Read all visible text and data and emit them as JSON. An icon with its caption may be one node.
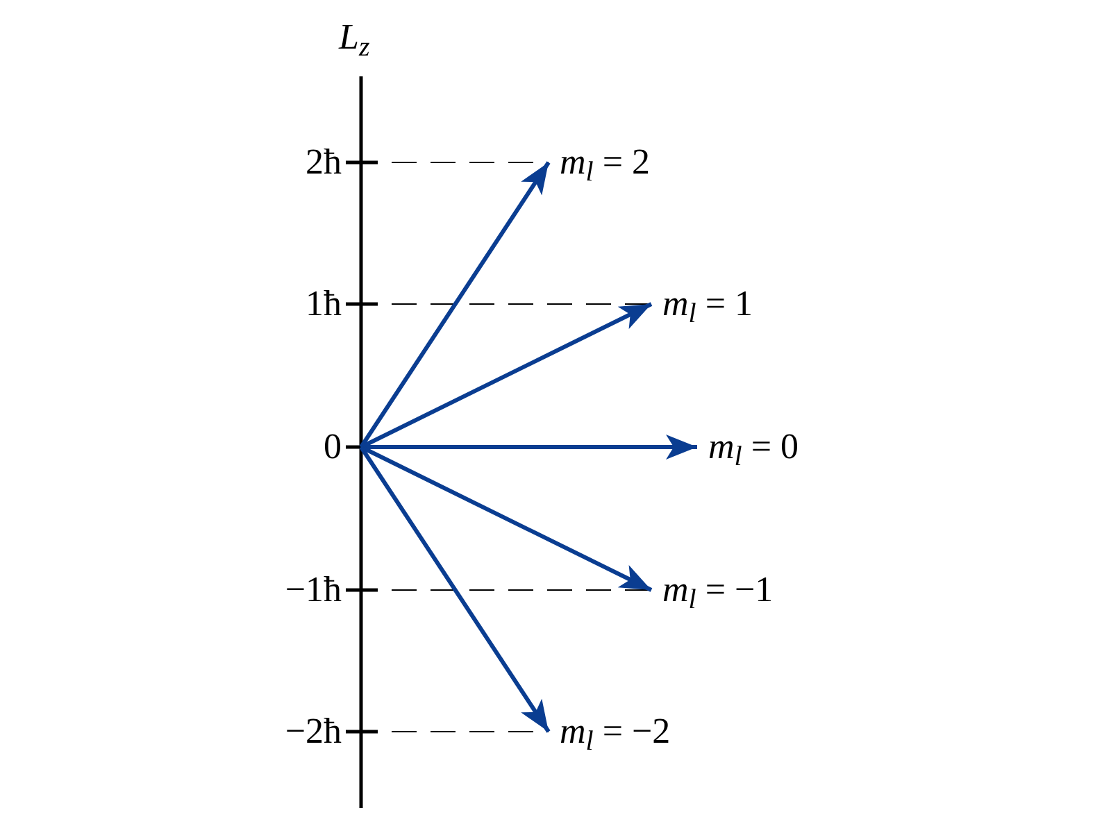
{
  "diagram": {
    "nodes": [
      {
        "text": [
          "*m*$_{l}$ = 2"
        ]
      },
      {
        "text": [
          "*m*$_{l}$ = 1"
        ]
      },
      {
        "text": [
          "*m*$_{l}$ = 0"
        ]
      },
      {
        "text": [
          "*m*$_{l}$ = −1"
        ]
      },
      {
        "text": [
          "*m*$_{l}$ = −2"
        ]
      }
    ],
    "edges": [
      {
        "from": null,
        "to": 0,
        "arrow": "to"
      },
      {
        "from": null,
        "to": 1,
        "arrow": "to"
      },
      {
        "from": null,
        "to": 2,
        "arrow": "to"
      },
      {
        "from": null,
        "to": 3,
        "arrow": "to"
      },
      {
        "from": null,
        "to": 4,
        "arrow": "to"
      }
    ],
    "labels": [
      "*L*$_{z}$",
      "2ħ",
      "1ħ",
      "0",
      "−1ħ",
      "−2ħ"
    ]
  }
}
